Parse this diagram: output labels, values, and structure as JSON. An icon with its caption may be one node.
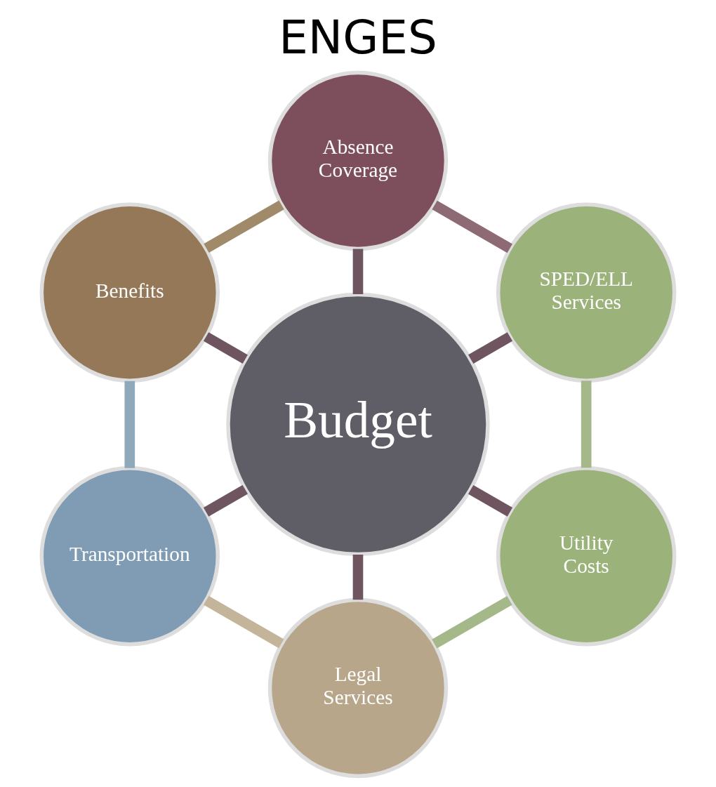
{
  "diagram": {
    "title": "ENGES",
    "nodes": [
      {
        "text": [
          "Budget"
        ]
      },
      {
        "text": [
          "Utility Costs"
        ]
      },
      {
        "text": [
          "Legal Services"
        ]
      },
      {
        "text": [
          "Transportation"
        ]
      },
      {
        "text": [
          "Benefits"
        ]
      },
      {
        "text": [
          "Absence Coverage"
        ]
      },
      {
        "text": [
          "SPED/ELL Services"
        ]
      }
    ],
    "edges": [
      {
        "from": 0,
        "to": 1,
        "arrow": "none",
        "color": "#6e5560"
      },
      {
        "from": 0,
        "to": 2,
        "arrow": "none",
        "color": "#6e5560"
      },
      {
        "from": 0,
        "to": 3,
        "arrow": "none",
        "color": "#6e5560"
      },
      {
        "from": 0,
        "to": 4,
        "arrow": "none",
        "color": "#6e5560"
      },
      {
        "from": 0,
        "to": 5,
        "arrow": "none",
        "color": "#6e5560"
      },
      {
        "from": 0,
        "to": 6,
        "arrow": "none",
        "color": "#6e5560"
      },
      {
        "from": 1,
        "to": 2,
        "arrow": "none",
        "color": "#a5b88a"
      },
      {
        "from": 2,
        "to": 3,
        "arrow": "none",
        "color": "#c4b49a"
      },
      {
        "from": 3,
        "to": 4,
        "arrow": "none",
        "color": "#8fa8ba"
      },
      {
        "from": 4,
        "to": 5,
        "arrow": "none",
        "color": "#a08a6a"
      },
      {
        "from": 5,
        "to": 6,
        "arrow": "none",
        "color": "#8e6a74"
      },
      {
        "from": 6,
        "to": 1,
        "arrow": "none",
        "color": "#a5b88a"
      }
    ]
  }
}
